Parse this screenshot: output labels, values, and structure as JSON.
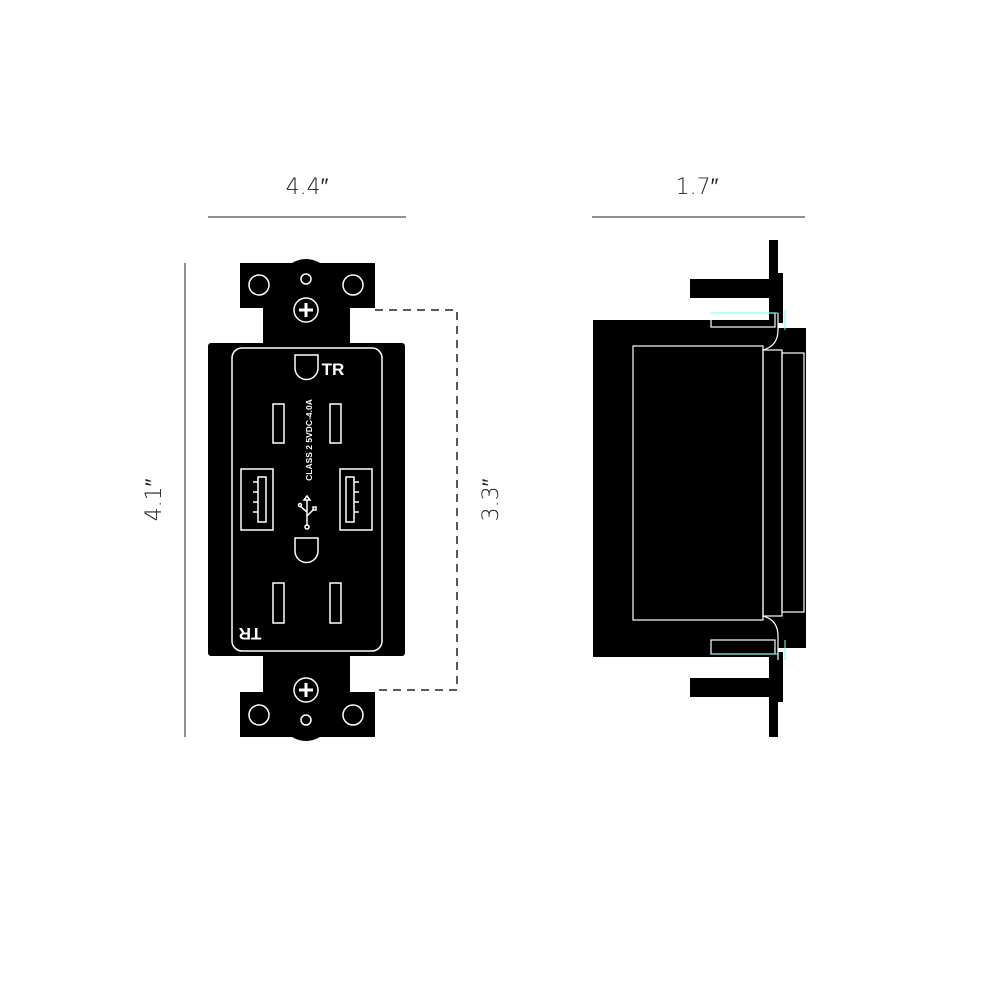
{
  "dimensions": {
    "front_width": "4.4″",
    "side_depth": "1.7″",
    "front_height": "4.1″",
    "mount_spacing": "3.3″"
  },
  "labels": {
    "tr_top": "TR",
    "tr_bottom": "TR",
    "rating": "CLASS 2 5VDC-4.0A"
  },
  "colors": {
    "body": "#000000",
    "outline": "#ffffff",
    "line": "#222222"
  }
}
